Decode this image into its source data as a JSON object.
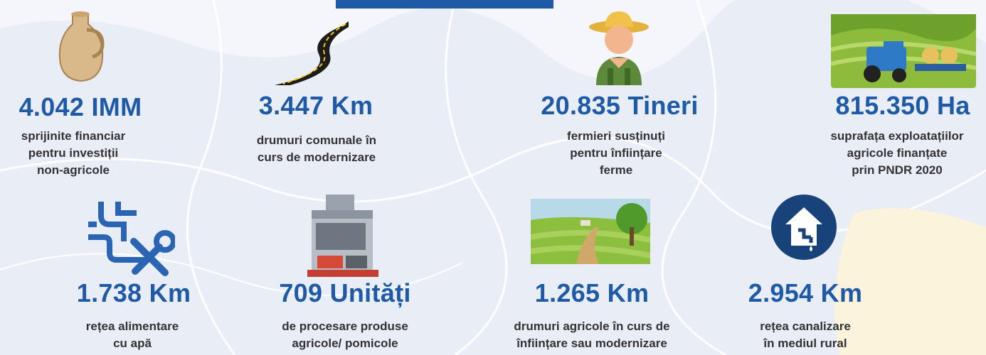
{
  "colors": {
    "accent": "#1f5aa6",
    "text": "#333333",
    "background": "#e9eef7"
  },
  "stats": [
    {
      "icon": "jug-icon",
      "value": "4.042 IMM",
      "lines": [
        "sprijinite financiar",
        "pentru investiții",
        "non-agricole"
      ]
    },
    {
      "icon": "road-icon",
      "value": "3.447 Km",
      "lines": [
        "drumuri comunale în",
        "curs de modernizare"
      ]
    },
    {
      "icon": "farmer-icon",
      "value": "20.835 Tineri",
      "lines": [
        "fermieri susținuți",
        "pentru înființare",
        "ferme"
      ]
    },
    {
      "icon": "tractor-field-icon",
      "value": "815.350 Ha",
      "lines": [
        "suprafața exploatațiilor",
        "agricole finanțate",
        "prin PNDR 2020"
      ]
    },
    {
      "icon": "water-pipe-wrench-icon",
      "value": "1.738 Km",
      "lines": [
        "rețea alimentare",
        "cu apă"
      ]
    },
    {
      "icon": "factory-icon",
      "value": "709 Unități",
      "lines": [
        "de procesare produse",
        "agricole/ pomicole"
      ]
    },
    {
      "icon": "country-road-icon",
      "value": "1.265 Km",
      "lines": [
        "drumuri agricole în curs de",
        "înființare sau modernizare"
      ]
    },
    {
      "icon": "house-sewage-icon",
      "value": "2.954 Km",
      "lines": [
        "rețea canalizare",
        "în mediul rural"
      ]
    }
  ]
}
